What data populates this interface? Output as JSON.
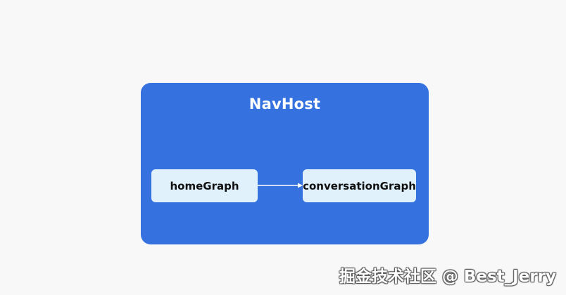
{
  "diagram": {
    "container": {
      "title": "NavHost",
      "color": "#3572df"
    },
    "nodes": [
      {
        "id": "home",
        "label": "homeGraph"
      },
      {
        "id": "conversation",
        "label": "conversationGraph"
      }
    ],
    "edges": [
      {
        "from": "home",
        "to": "conversation"
      }
    ],
    "node_color": "#e0f1fb"
  },
  "watermark": {
    "text": "掘金技术社区 @ Best_Jerry"
  }
}
